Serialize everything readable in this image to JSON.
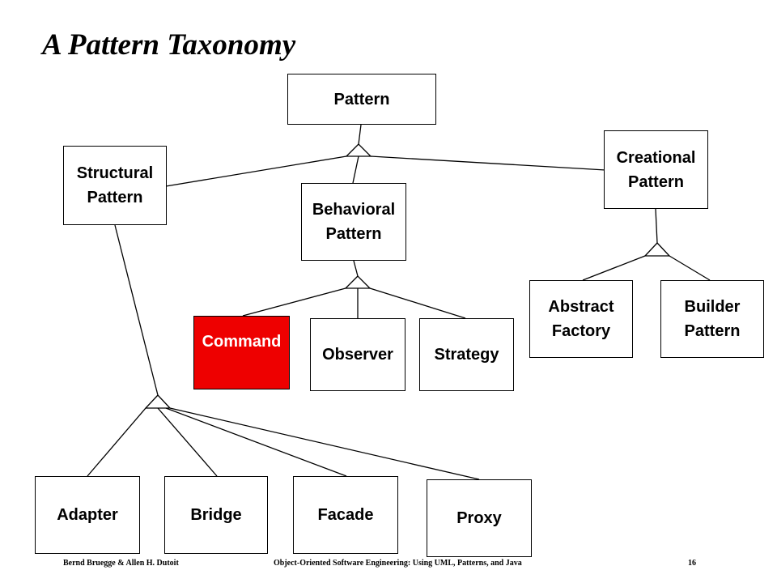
{
  "title": "A Pattern Taxonomy",
  "nodes": {
    "pattern": "Pattern",
    "structural": "Structural\nPattern",
    "behavioral": "Behavioral\nPattern",
    "creational": "Creational\nPattern",
    "command": "Command",
    "observer": "Observer",
    "strategy": "Strategy",
    "abstract_factory": "Abstract\nFactory",
    "builder": "Builder\nPattern",
    "adapter": "Adapter",
    "bridge": "Bridge",
    "facade": "Facade",
    "proxy": "Proxy"
  },
  "colors": {
    "highlight": "#ee0000"
  },
  "footer": {
    "authors": "Bernd Bruegge & Allen H. Dutoit",
    "book": "Object-Oriented Software Engineering: Using UML, Patterns, and Java",
    "page": "16"
  }
}
